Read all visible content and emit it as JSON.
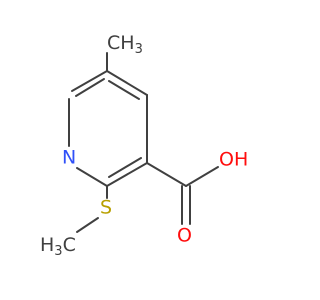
{
  "molecule": {
    "atoms": {
      "ring_nitrogen": {
        "symbol": "N",
        "color": "#3050F8"
      },
      "sulfur": {
        "symbol": "S",
        "color": "#B8A000"
      },
      "carbonyl_oxygen": {
        "symbol": "O",
        "color": "#FF0D0D"
      },
      "hydroxyl": {
        "symbol": "OH",
        "color": "#FF0D0D"
      },
      "methyl_top": {
        "symbol": "CH",
        "subscript": "3",
        "color": "#404040"
      },
      "methyl_s": {
        "symbol": "H",
        "subscript": "3",
        "suffix": "C",
        "color": "#404040"
      }
    },
    "bond_color": "#404040"
  }
}
